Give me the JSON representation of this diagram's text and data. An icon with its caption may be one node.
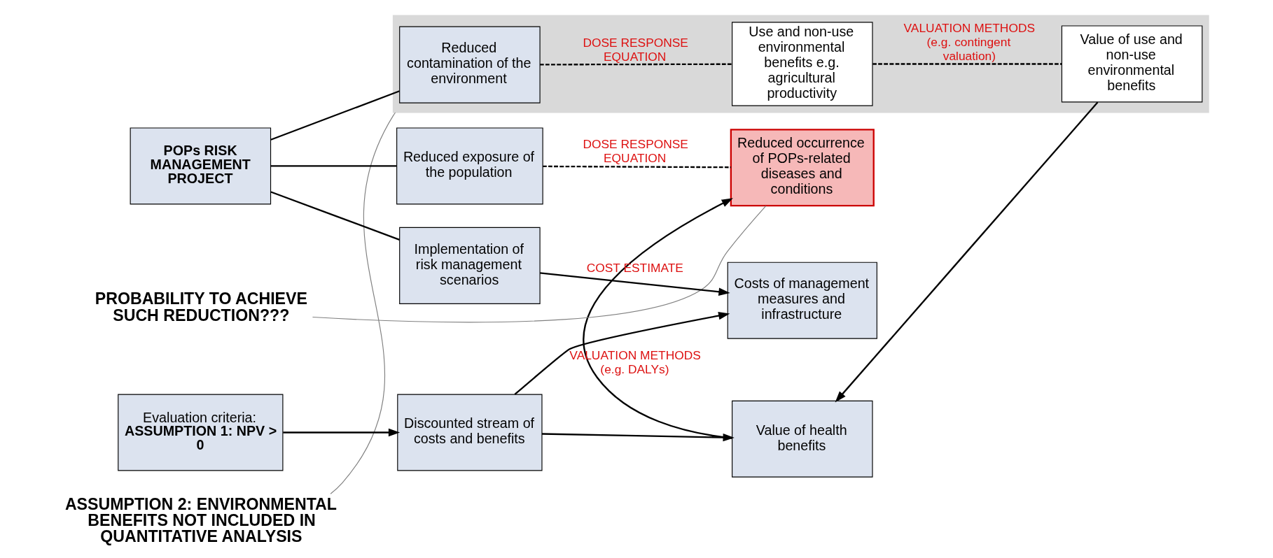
{
  "diagram": {
    "nodes": [
      {
        "text": [],
        "shape": "box"
      },
      {
        "text": [
          "Reduced contamination of the environment"
        ],
        "in": 0
      },
      {
        "text": [
          "Use and non-use environmental benefits e.g. agricultural productivity"
        ],
        "in": 0
      },
      {
        "text": [
          "Value of use and non-use environmental benefits"
        ],
        "in": 0
      },
      {
        "text": [
          "ASSUMPTION 2: ENVIRONMENTAL BENEFITS NOT INCLUDED IN QUANTITATIVE ANALYSIS"
        ]
      },
      {
        "text": [
          "POPs RISK MANAGEMENT PROJECT"
        ]
      },
      {
        "text": [
          "Reduced exposure of the population"
        ]
      },
      {
        "text": [
          "Reduced occurrence of POPs-related diseases and conditions"
        ]
      },
      {
        "text": [
          "Value of health benefits"
        ]
      },
      {
        "text": [
          "PROBABILITY TO ACHIEVE SUCH REDUCTION???"
        ]
      },
      {
        "text": [
          "Discounted stream of costs and benefits"
        ]
      },
      {
        "text": [
          "Evaluation criteria:",
          "ASSUMPTION 1: NPV > 0"
        ]
      },
      {
        "text": [
          "Implementation of risk management scenarios"
        ]
      },
      {
        "text": [
          "Costs of management measures and infrastructure"
        ]
      }
    ],
    "edges": [
      {
        "from": 5,
        "to": 1,
        "arrow": "none"
      },
      {
        "from": 5,
        "to": 6,
        "arrow": "none"
      },
      {
        "from": 1,
        "to": 2,
        "arrow": "none",
        "style": "dashed",
        "label": "DOSE RESPONSE EQUATION"
      },
      {
        "from": 2,
        "to": 3,
        "arrow": "none",
        "style": "dashed",
        "label": "VALUATION METHODS (e.g. contingent valuation)"
      },
      {
        "from": 3,
        "to": 8,
        "arrow": "to"
      },
      {
        "from": 6,
        "to": 7,
        "arrow": "none",
        "style": "dashed",
        "label": "DOSE RESPONSE EQUATION"
      },
      {
        "from": 8,
        "to": 7,
        "arrow": "to",
        "label": "VALUATION METHODS (e.g. DALYs)"
      },
      {
        "from": 9,
        "to": 7,
        "arrow": "none",
        "color": "#808080"
      },
      {
        "from": 4,
        "to": 0,
        "arrow": "none",
        "color": "#808080"
      },
      {
        "from": 11,
        "to": 10,
        "arrow": "to"
      },
      {
        "from": 10,
        "to": 8,
        "arrow": "to"
      },
      {
        "from": 10,
        "to": 13,
        "arrow": "to"
      },
      {
        "from": 5,
        "to": 12,
        "arrow": "none"
      },
      {
        "from": 12,
        "to": 13,
        "arrow": "to",
        "label": "COST ESTIMATE"
      }
    ]
  }
}
